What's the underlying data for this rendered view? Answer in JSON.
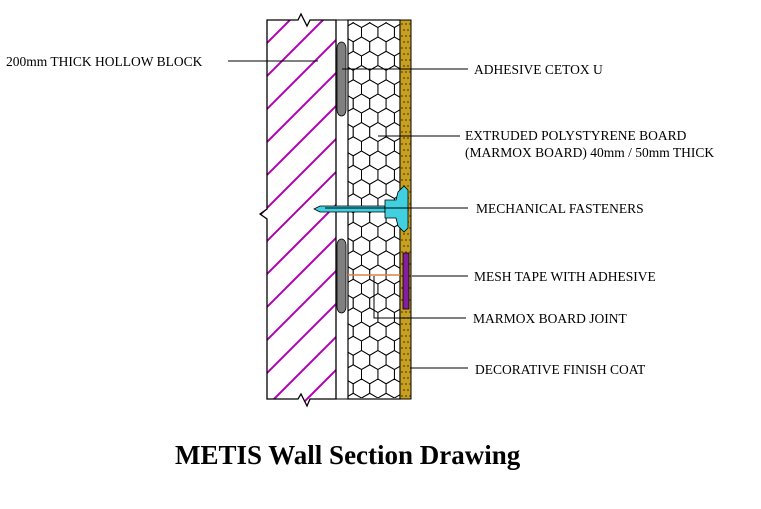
{
  "title": "METIS Wall Section Drawing",
  "labels": {
    "hollow_block": "200mm THICK HOLLOW BLOCK",
    "adhesive": "ADHESIVE CETOX U",
    "xps_line1": "EXTRUDED POLYSTYRENE BOARD",
    "xps_line2": "(MARMOX BOARD) 40mm / 50mm THICK",
    "fasteners": "MECHANICAL FASTENERS",
    "mesh_tape": "MESH TAPE WITH ADHESIVE",
    "board_joint": "MARMOX BOARD JOINT",
    "finish_coat": "DECORATIVE FINISH COAT"
  },
  "colors": {
    "hatch": "#b000b0",
    "adhesive": "#808080",
    "fastener": "#40d0e0",
    "mesh_tape": "#8020a0",
    "joint": "#e08040",
    "finish": "#c8a020"
  }
}
